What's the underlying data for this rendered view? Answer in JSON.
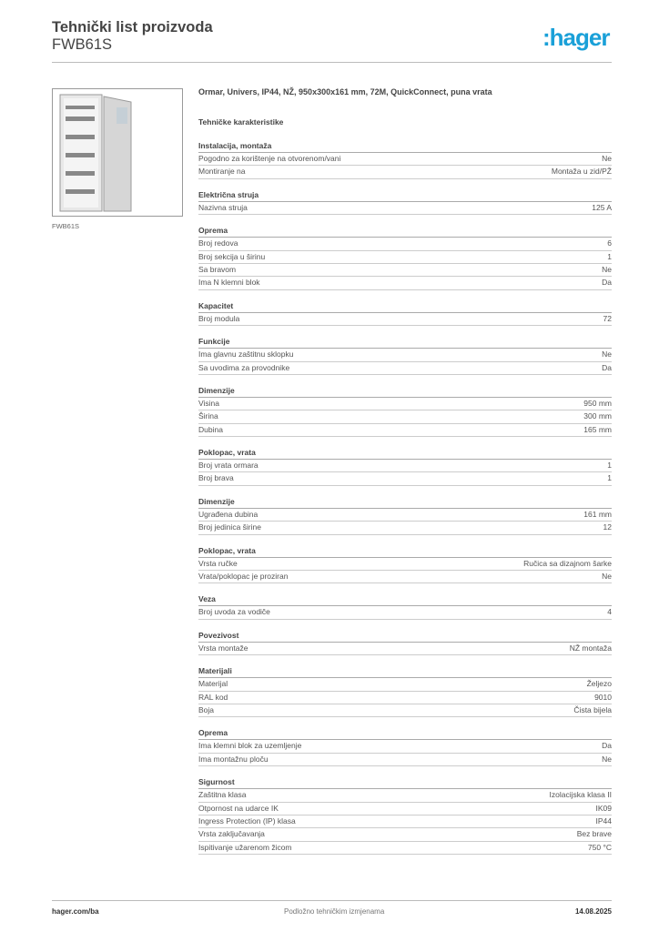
{
  "header": {
    "title": "Tehnički list proizvoda",
    "code": "FWB61S",
    "logo": ":hager",
    "brand_color": "#1aa0d8"
  },
  "product": {
    "caption": "FWB61S",
    "description": "Ormar, Univers, IP44, NŽ, 950x300x161 mm, 72M, QuickConnect, puna vrata",
    "specs_title": "Tehničke karakteristike"
  },
  "sections": [
    {
      "title": "Instalacija, montaža",
      "rows": [
        [
          "Pogodno za korištenje na otvorenom/vani",
          "Ne"
        ],
        [
          "Montiranje na",
          "Montaža u zid/PŽ"
        ]
      ]
    },
    {
      "title": "Električna struja",
      "rows": [
        [
          "Nazivna struja",
          "125 A"
        ]
      ]
    },
    {
      "title": "Oprema",
      "rows": [
        [
          "Broj redova",
          "6"
        ],
        [
          "Broj sekcija u širinu",
          "1"
        ],
        [
          "Sa bravom",
          "Ne"
        ],
        [
          "Ima N klemni blok",
          "Da"
        ]
      ]
    },
    {
      "title": "Kapacitet",
      "rows": [
        [
          "Broj modula",
          "72"
        ]
      ]
    },
    {
      "title": "Funkcije",
      "rows": [
        [
          "Ima glavnu zaštitnu sklopku",
          "Ne"
        ],
        [
          "Sa uvodima za provodnike",
          "Da"
        ]
      ]
    },
    {
      "title": "Dimenzije",
      "rows": [
        [
          "Visina",
          "950 mm"
        ],
        [
          "Širina",
          "300 mm"
        ],
        [
          "Dubina",
          "165 mm"
        ]
      ]
    },
    {
      "title": "Poklopac, vrata",
      "rows": [
        [
          "Broj vrata ormara",
          "1"
        ],
        [
          "Broj brava",
          "1"
        ]
      ]
    },
    {
      "title": "Dimenzije",
      "rows": [
        [
          "Ugrađena dubina",
          "161 mm"
        ],
        [
          "Broj jedinica širine",
          "12"
        ]
      ]
    },
    {
      "title": "Poklopac, vrata",
      "rows": [
        [
          "Vrsta ručke",
          "Ručica sa dizajnom šarke"
        ],
        [
          "Vrata/poklopac je proziran",
          "Ne"
        ]
      ]
    },
    {
      "title": "Veza",
      "rows": [
        [
          "Broj uvoda za vodiče",
          "4"
        ]
      ]
    },
    {
      "title": "Povezivost",
      "rows": [
        [
          "Vrsta montaže",
          "NŽ montaža"
        ]
      ]
    },
    {
      "title": "Materijali",
      "rows": [
        [
          "Materijal",
          "Željezo"
        ],
        [
          "RAL kod",
          "9010"
        ],
        [
          "Boja",
          "Čista bijela"
        ]
      ]
    },
    {
      "title": "Oprema",
      "rows": [
        [
          "Ima klemni blok za uzemljenje",
          "Da"
        ],
        [
          "Ima montažnu ploču",
          "Ne"
        ]
      ]
    },
    {
      "title": "Sigurnost",
      "rows": [
        [
          "Zaštitna klasa",
          "Izolacijska klasa II"
        ],
        [
          "Otpornost na udarce IK",
          "IK09"
        ],
        [
          "Ingress Protection (IP) klasa",
          "IP44"
        ],
        [
          "Vrsta zaključavanja",
          "Bez brave"
        ],
        [
          "Ispitivanje užarenom žicom",
          "750 °C"
        ]
      ]
    }
  ],
  "footer": {
    "left": "hager.com/ba",
    "center": "Podložno tehničkim izmjenama",
    "right": "14.08.2025"
  }
}
